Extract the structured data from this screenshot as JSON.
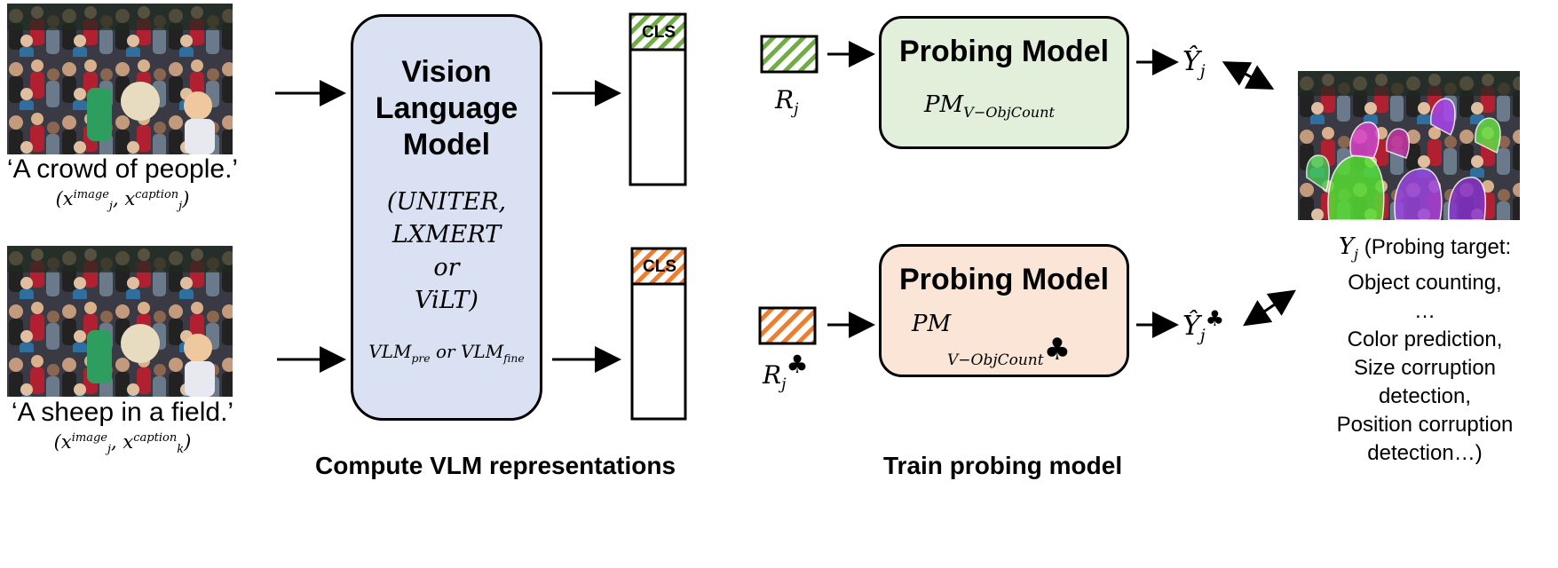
{
  "inputs": [
    {
      "caption": "‘A crowd of people.’",
      "pair_x": "x",
      "pair_sup1": "image",
      "pair_sub1": "j",
      "pair_sup2": "caption",
      "pair_sub2": "j"
    },
    {
      "caption": "‘A sheep in a field.’",
      "pair_x": "x",
      "pair_sup1": "image",
      "pair_sub1": "j",
      "pair_sup2": "caption",
      "pair_sub2": "k"
    }
  ],
  "vlm": {
    "title_lines": [
      "Vision",
      "Language",
      "Model"
    ],
    "model_lines": [
      "(UNITER,",
      "LXMERT",
      "or",
      "ViLT)"
    ],
    "variant_a": "VLM",
    "variant_a_sub": "pre",
    "variant_or": " or ",
    "variant_b": "VLM",
    "variant_b_sub": "fine"
  },
  "cls_label": "CLS",
  "representations": [
    {
      "symbol": "R",
      "sub": "j",
      "suit": ""
    },
    {
      "symbol": "R",
      "sub": "j",
      "suit": "♣"
    }
  ],
  "probing_models": [
    {
      "title": "Probing Model",
      "pm": "PM",
      "pm_sub": "V−ObjCount",
      "suit": "",
      "color": "#e2efda"
    },
    {
      "title": "Probing Model",
      "pm": "PM",
      "pm_sub": "V−ObjCount",
      "suit": "♣",
      "color": "#fbe5d6"
    }
  ],
  "predictions": [
    {
      "symbol": "Ŷ",
      "sub": "j",
      "suit": ""
    },
    {
      "symbol": "Ŷ",
      "sub": "j",
      "suit": "♣"
    }
  ],
  "target": {
    "symbol": "Y",
    "sub": "j",
    "first_line": "(Probing target:",
    "lines": [
      "Object counting,",
      "…",
      "Color prediction,",
      "Size corruption",
      "detection,",
      "Position corruption",
      "detection…)"
    ]
  },
  "sections": {
    "left": "Compute VLM representations",
    "right": "Train probing model"
  },
  "colors": {
    "vlm_fill": "#d9e1f2",
    "green_hatch": "#70ad47",
    "orange_hatch": "#ed7d31",
    "pm_green": "#e2efda",
    "pm_orange": "#fbe5d6"
  }
}
